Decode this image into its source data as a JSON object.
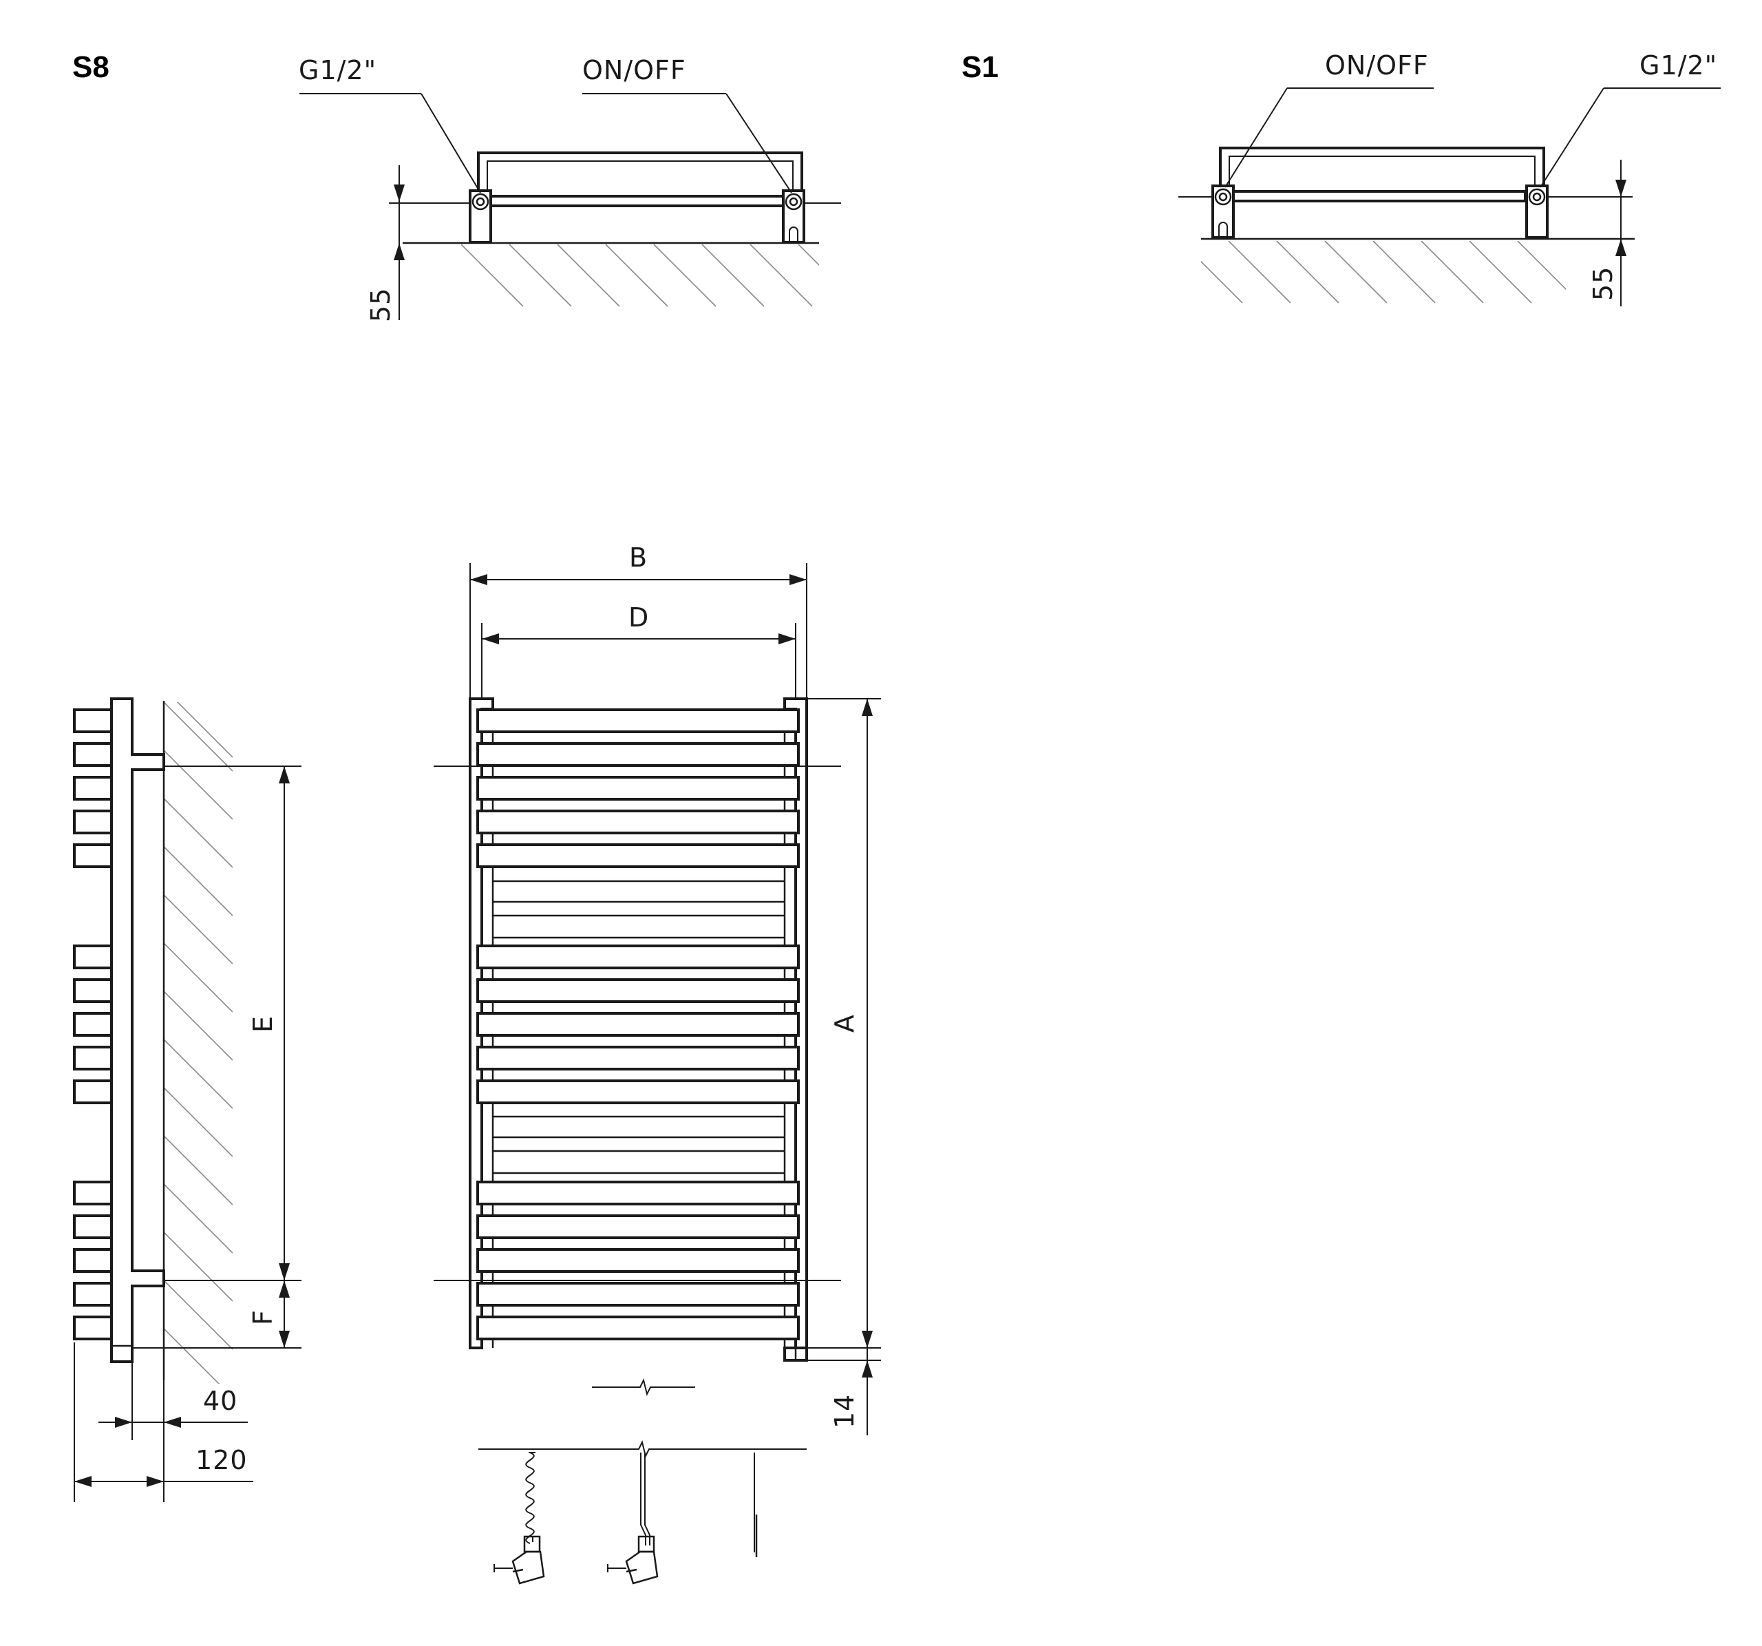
{
  "views": {
    "s8": {
      "title": "S8",
      "g_label": "G1/2\"",
      "onoff_label": "ON/OFF",
      "dim": "55"
    },
    "s1": {
      "title": "S1",
      "g_label": "G1/2\"",
      "onoff_label": "ON/OFF",
      "dim": "55"
    }
  },
  "side_view": {
    "e_label": "E",
    "f_label": "F",
    "dim_40": "40",
    "dim_120": "120"
  },
  "front_view": {
    "b_label": "B",
    "d_label": "D",
    "a_label": "A",
    "dim_14": "14"
  },
  "colors": {
    "line": "#1a1a1a",
    "hatch": "#888888",
    "background": "#ffffff"
  }
}
